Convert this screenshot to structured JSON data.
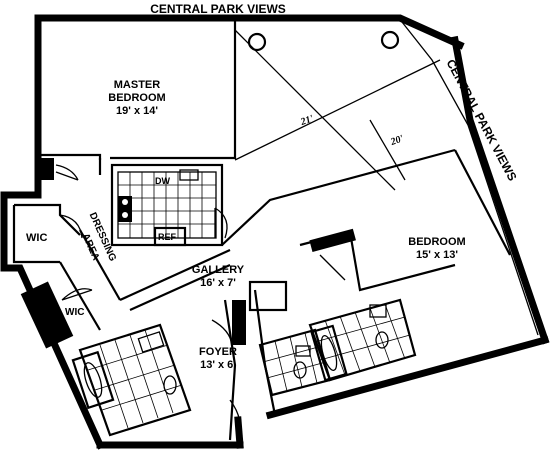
{
  "views": {
    "top": "CENTRAL PARK VIEWS",
    "side": "CENTRAL PARK VIEWS"
  },
  "rooms": {
    "master_bedroom": {
      "name": "MASTER",
      "name2": "BEDROOM",
      "size": "19' x 14'"
    },
    "bedroom": {
      "name": "BEDROOM",
      "size": "15' x 13'"
    },
    "gallery": {
      "name": "GALLERY",
      "size": "16' x 7'"
    },
    "foyer": {
      "name": "FOYER",
      "size": "13' x 6'"
    },
    "dressing_area": {
      "name": "DRESSING",
      "name2": "AREA"
    },
    "wic_1": {
      "name": "WIC"
    },
    "wic_2": {
      "name": "WIC"
    }
  },
  "fixtures": {
    "dishwasher": "DW",
    "refrigerator": "REF"
  },
  "dimensions": {
    "living_length": "21'",
    "living_width": "20'"
  }
}
